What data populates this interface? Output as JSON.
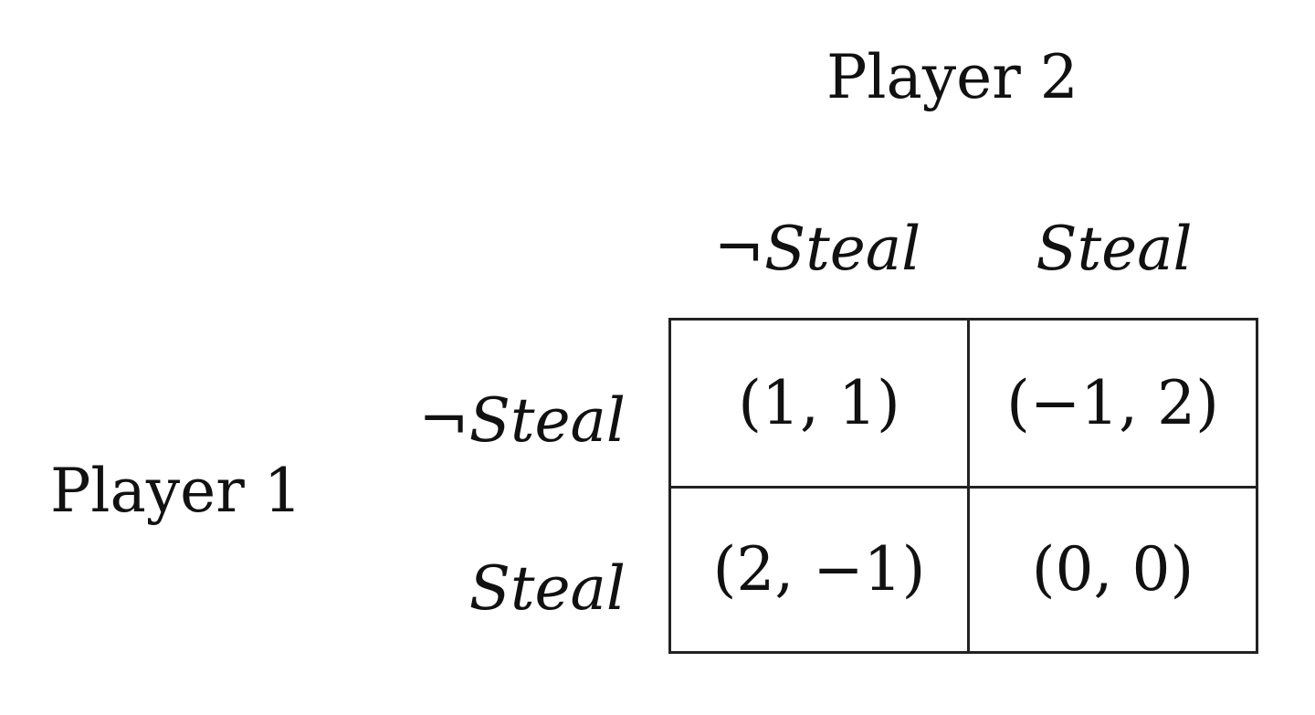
{
  "players": {
    "column_player": "Player 2",
    "row_player": "Player 1"
  },
  "column_strategies": [
    {
      "negation": "¬",
      "name": "Steal"
    },
    {
      "negation": "",
      "name": "Steal"
    }
  ],
  "row_strategies": [
    {
      "negation": "¬",
      "name": "Steal"
    },
    {
      "negation": "",
      "name": "Steal"
    }
  ],
  "payoffs": [
    [
      "(1, 1)",
      "(−1, 2)"
    ],
    [
      "(2, −1)",
      "(0, 0)"
    ]
  ]
}
